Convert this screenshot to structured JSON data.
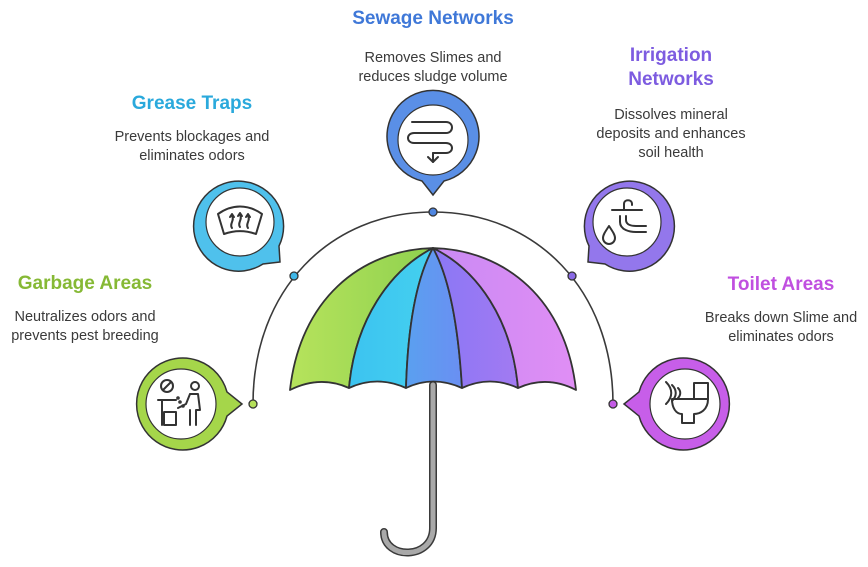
{
  "items": [
    {
      "id": "sewage",
      "title": "Sewage Networks",
      "desc_line1": "Removes Slimes and",
      "desc_line2": "reduces sludge volume",
      "color": "#4f86e0",
      "title_color": "#3f78d8",
      "icon": "pipes-icon"
    },
    {
      "id": "grease",
      "title": "Grease Traps",
      "desc_line1": "Prevents blockages and",
      "desc_line2": "eliminates odors",
      "color": "#3fb7e8",
      "title_color": "#2aa9dc",
      "icon": "windshield-defrost-icon"
    },
    {
      "id": "irrigation",
      "title_line1": "Irrigation",
      "title_line2": "Networks",
      "desc_line1": "Dissolves mineral",
      "desc_line2": "deposits and enhances",
      "desc_line3": "soil health",
      "color": "#8a6ae6",
      "title_color": "#7d5ce0",
      "icon": "faucet-drop-icon"
    },
    {
      "id": "garbage",
      "title": "Garbage Areas",
      "desc_line1": "Neutralizes odors and",
      "desc_line2": "prevents pest breeding",
      "color": "#8dc63f",
      "title_color": "#86b935",
      "icon": "no-littering-icon"
    },
    {
      "id": "toilet",
      "title": "Toilet Areas",
      "desc_line1": "Breaks down Slime and",
      "desc_line2": "eliminates odors",
      "color": "#c45be6",
      "title_color": "#c04fe0",
      "icon": "toilet-icon"
    }
  ]
}
